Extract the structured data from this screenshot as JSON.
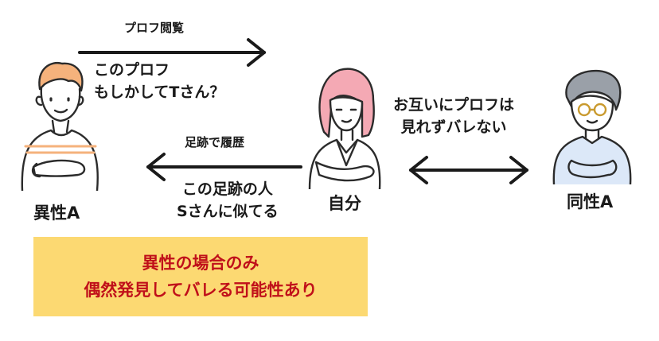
{
  "labels": {
    "profile_view": "プロフ閲覧",
    "opposite_thought": [
      "このプロフ",
      "もしかしてTさん？"
    ],
    "footprint_history": "足跡で履歴",
    "self_thought": [
      "この足跡の人",
      "Sさんに似てる"
    ],
    "mutual": [
      "お互いにプロフは",
      "見れずバレない"
    ]
  },
  "people": {
    "opposite": "異性A",
    "self": "自分",
    "same": "同性A"
  },
  "note": [
    "異性の場合のみ",
    "偶然発見してバレる可能性あり"
  ],
  "colors": {
    "note_bg": "#fcd972",
    "note_text": "#c0101a",
    "line": "#1a1a1a",
    "accent_pink": "#f4a9b4",
    "accent_orange": "#f5b27c",
    "accent_blue": "#dce8f8"
  }
}
